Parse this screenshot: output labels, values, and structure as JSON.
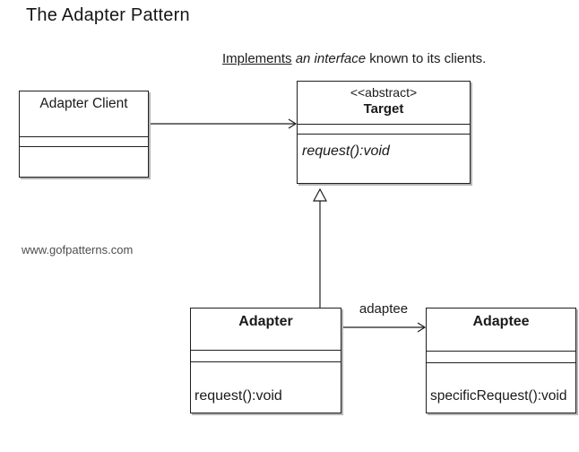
{
  "page": {
    "title": "The Adapter Pattern",
    "subtitle": {
      "underlined": "Implements",
      "italic": " an interface",
      "rest": " known to its clients."
    },
    "watermark": "www.gofpatterns.com"
  },
  "classes": {
    "adapter_client": {
      "name": "Adapter Client",
      "attributes": "",
      "operations": ""
    },
    "target": {
      "stereotype": "<<abstract>",
      "name": "Target",
      "attributes": "",
      "operations": "request():void"
    },
    "adapter": {
      "name": "Adapter",
      "attributes": "",
      "operations": "request():void"
    },
    "adaptee": {
      "name": "Adaptee",
      "attributes": "",
      "operations": "specificRequest():void"
    }
  },
  "relations": {
    "client_to_target": {
      "type": "association"
    },
    "adapter_to_target": {
      "type": "generalization"
    },
    "adapter_to_adaptee": {
      "type": "association",
      "label": "adaptee"
    }
  },
  "colors": {
    "line": "#1f1f1f",
    "box_shadow": "#b5b5b5",
    "text": "#1a1a1a",
    "watermark_text": "#4d4d4d"
  }
}
